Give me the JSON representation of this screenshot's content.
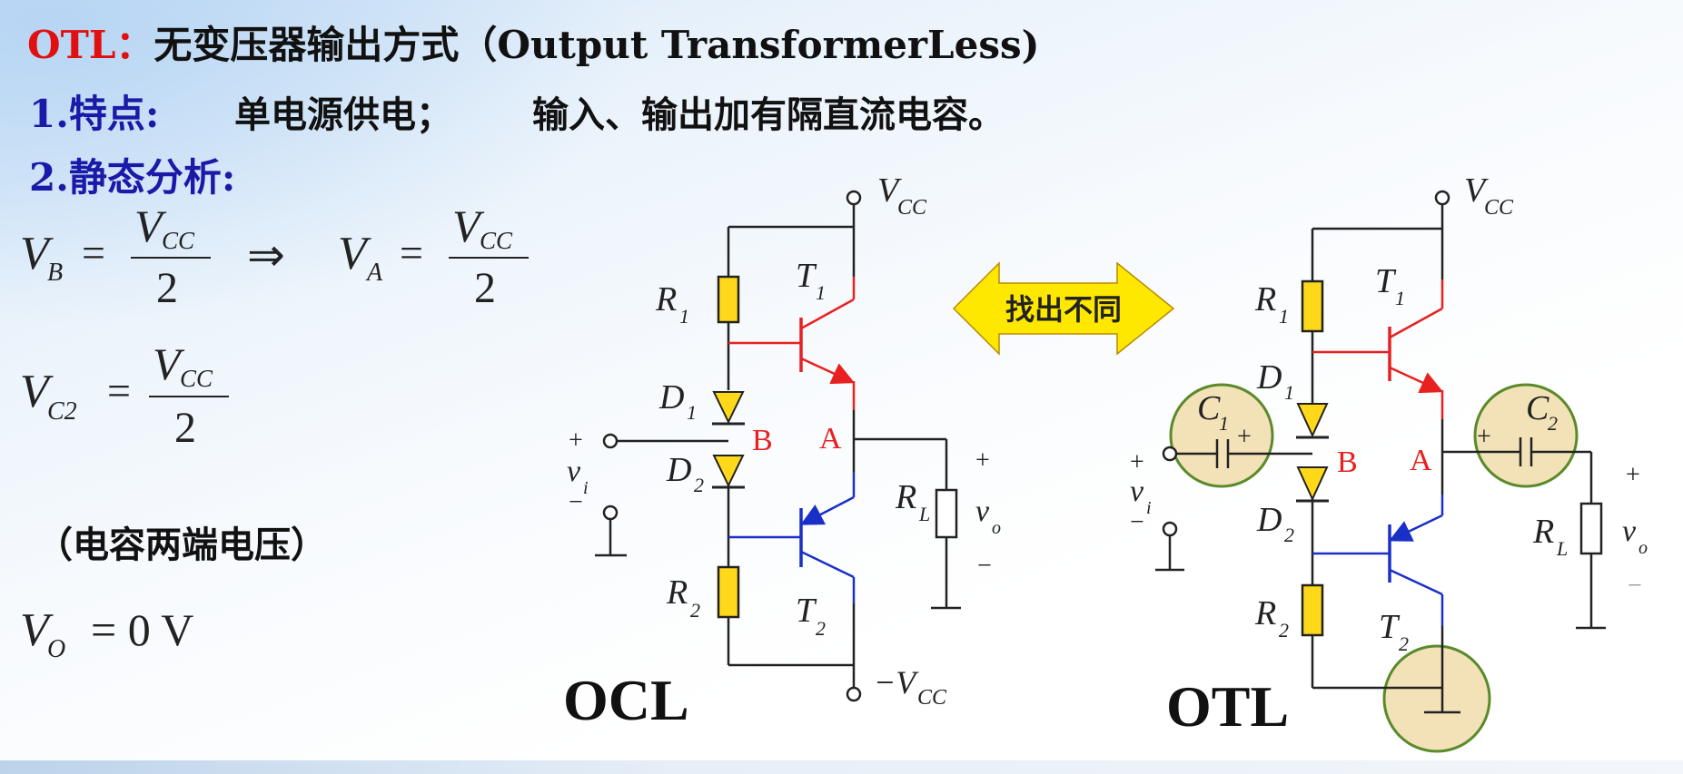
{
  "title": {
    "acronym": "OTL",
    "colon": "：",
    "rest": "无变压器输出方式（Output TransformerLess)"
  },
  "features": {
    "label": "1.特点:",
    "item1": "单电源供电；",
    "item2": "输入、输出加有隔直流电容。"
  },
  "static_analysis": {
    "label": "2.静态分析:",
    "capacitor_note": "（电容两端电压）"
  },
  "equations": {
    "vb": {
      "var": "V",
      "sub": "B",
      "eq": "=",
      "num_var": "V",
      "num_sub": "CC",
      "den": "2"
    },
    "implies": "⇒",
    "va": {
      "var": "V",
      "sub": "A",
      "eq": "=",
      "num_var": "V",
      "num_sub": "CC",
      "den": "2"
    },
    "vc2": {
      "var": "V",
      "sub": "C2",
      "eq": "=",
      "num_var": "V",
      "num_sub": "CC",
      "den": "2"
    },
    "vo": {
      "var": "V",
      "sub": "O",
      "eq": "= 0 V"
    }
  },
  "ocl_circuit": {
    "caption": "OCL",
    "vcc_var": "V",
    "vcc_sub": "CC",
    "neg_vcc_prefix": "−V",
    "neg_vcc_sub": "CC",
    "r1": "R",
    "r1_sub": "1",
    "r2": "R",
    "r2_sub": "2",
    "d1": "D",
    "d1_sub": "1",
    "d2": "D",
    "d2_sub": "2",
    "t1": "T",
    "t1_sub": "1",
    "t2": "T",
    "t2_sub": "2",
    "node_b": "B",
    "node_a": "A",
    "rl": "R",
    "rl_sub": "L",
    "vi": "v",
    "vi_sub": "i",
    "vo": "v",
    "vo_sub": "o",
    "plus": "+",
    "minus": "−"
  },
  "arrow_callout": {
    "label": "找出不同",
    "color": "#ffe800"
  },
  "otl_circuit": {
    "caption": "OTL",
    "vcc_var": "V",
    "vcc_sub": "CC",
    "r1": "R",
    "r1_sub": "1",
    "r2": "R",
    "r2_sub": "2",
    "d1": "D",
    "d1_sub": "1",
    "d2": "D",
    "d2_sub": "2",
    "t1": "T",
    "t1_sub": "1",
    "t2": "T",
    "t2_sub": "2",
    "c1": "C",
    "c1_sub": "1",
    "c2": "C",
    "c2_sub": "2",
    "node_b": "B",
    "node_a": "A",
    "rl": "R",
    "rl_sub": "L",
    "vi": "v",
    "vi_sub": "i",
    "vo": "v",
    "vo_sub": "o",
    "plus": "+",
    "minus": "−"
  },
  "colors": {
    "title_red": "#e01010",
    "heading_blue": "#1a1aa8",
    "t1_wire": "#e82020",
    "t2_wire": "#1a2fc8",
    "resistor_fill": "#ffd81a",
    "diode_fill": "#ffd81a",
    "highlight_circle_fill": "#f3e2b8",
    "highlight_circle_stroke": "#5a8a2a"
  }
}
